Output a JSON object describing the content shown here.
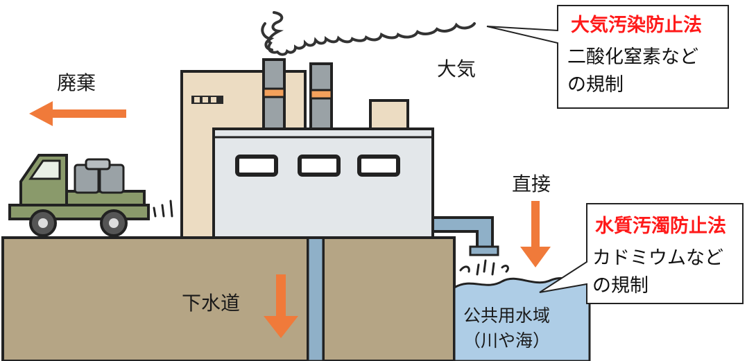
{
  "labels": {
    "disposal": "廃棄",
    "atmosphere": "大気",
    "direct": "直接",
    "sewer": "下水道",
    "water_area_line1": "公共用水域",
    "water_area_line2": "（川や海）"
  },
  "callout_air": {
    "law": "大気汚染防止法",
    "desc_line1": "二酸化窒素など",
    "desc_line2": "の規制"
  },
  "callout_water": {
    "law": "水質汚濁防止法",
    "desc_line1": "カドミウムなど",
    "desc_line2": "の規制"
  },
  "colors": {
    "arrow": "#f07a3a",
    "law_text": "#ff1a1a",
    "ground": "#b5a585",
    "water": "#aecde6",
    "truck": "#8a9a6b",
    "factory_back": "#ecdcc2",
    "factory_front": "#e3e7ea",
    "chimney": "#9aa2a6",
    "chimney_band": "#f3a15c",
    "pipe": "#8fb0c8"
  }
}
